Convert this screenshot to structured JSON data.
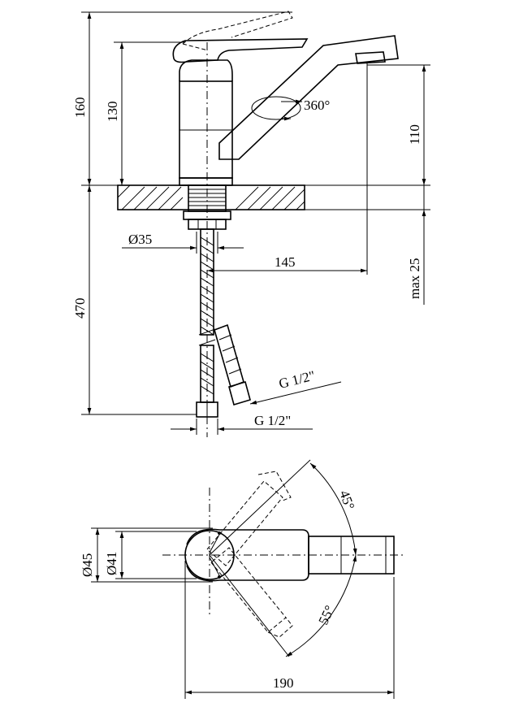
{
  "colors": {
    "line": "#000000",
    "background": "#ffffff"
  },
  "front_view": {
    "dim_total_height": "160",
    "dim_body_height": "130",
    "dim_rotation": "360°",
    "dim_spout_height": "110",
    "dim_diameter_base": "Ø35",
    "dim_spout_reach": "145",
    "dim_max_thickness": "max 25",
    "dim_hose_length": "470",
    "dim_thread_upper": "G 1/2\"",
    "dim_thread_lower": "G 1/2\""
  },
  "top_view": {
    "dim_diameter_outer": "Ø45",
    "dim_diameter_inner": "Ø41",
    "dim_angle_left": "45°",
    "dim_angle_right": "55°",
    "dim_total_length": "190"
  }
}
